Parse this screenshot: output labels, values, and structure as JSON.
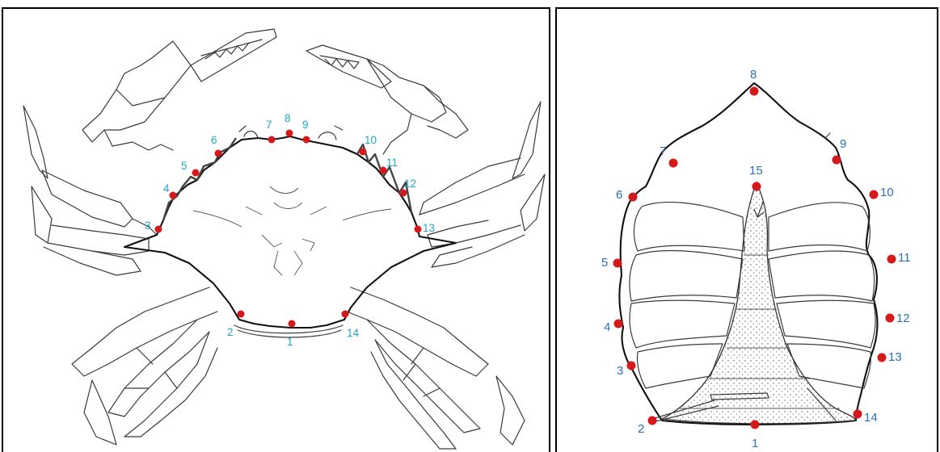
{
  "figure": {
    "left_panel": {
      "view": "dorsal",
      "landmarks": [
        {
          "id": "1",
          "label": "1"
        },
        {
          "id": "2",
          "label": "2"
        },
        {
          "id": "3",
          "label": "3"
        },
        {
          "id": "4",
          "label": "4"
        },
        {
          "id": "5",
          "label": "5"
        },
        {
          "id": "6",
          "label": "6"
        },
        {
          "id": "7",
          "label": "7"
        },
        {
          "id": "8",
          "label": "8"
        },
        {
          "id": "9",
          "label": "9"
        },
        {
          "id": "10",
          "label": "10"
        },
        {
          "id": "11",
          "label": "11"
        },
        {
          "id": "12",
          "label": "12"
        },
        {
          "id": "13",
          "label": "13"
        },
        {
          "id": "14",
          "label": "14"
        }
      ]
    },
    "right_panel": {
      "view": "ventral",
      "landmarks": [
        {
          "id": "1",
          "label": "1"
        },
        {
          "id": "2",
          "label": "2"
        },
        {
          "id": "3",
          "label": "3"
        },
        {
          "id": "4",
          "label": "4"
        },
        {
          "id": "5",
          "label": "5"
        },
        {
          "id": "6",
          "label": "6"
        },
        {
          "id": "7",
          "label": "7"
        },
        {
          "id": "8",
          "label": "8"
        },
        {
          "id": "9",
          "label": "9"
        },
        {
          "id": "10",
          "label": "10"
        },
        {
          "id": "11",
          "label": "11"
        },
        {
          "id": "12",
          "label": "12"
        },
        {
          "id": "13",
          "label": "13"
        },
        {
          "id": "14",
          "label": "14"
        },
        {
          "id": "15",
          "label": "15"
        }
      ]
    },
    "colors": {
      "landmark_marker": "#d5191b",
      "left_label": "#1aa7c9",
      "right_label": "#2f6fb8",
      "line": "#3a3a3a"
    }
  }
}
